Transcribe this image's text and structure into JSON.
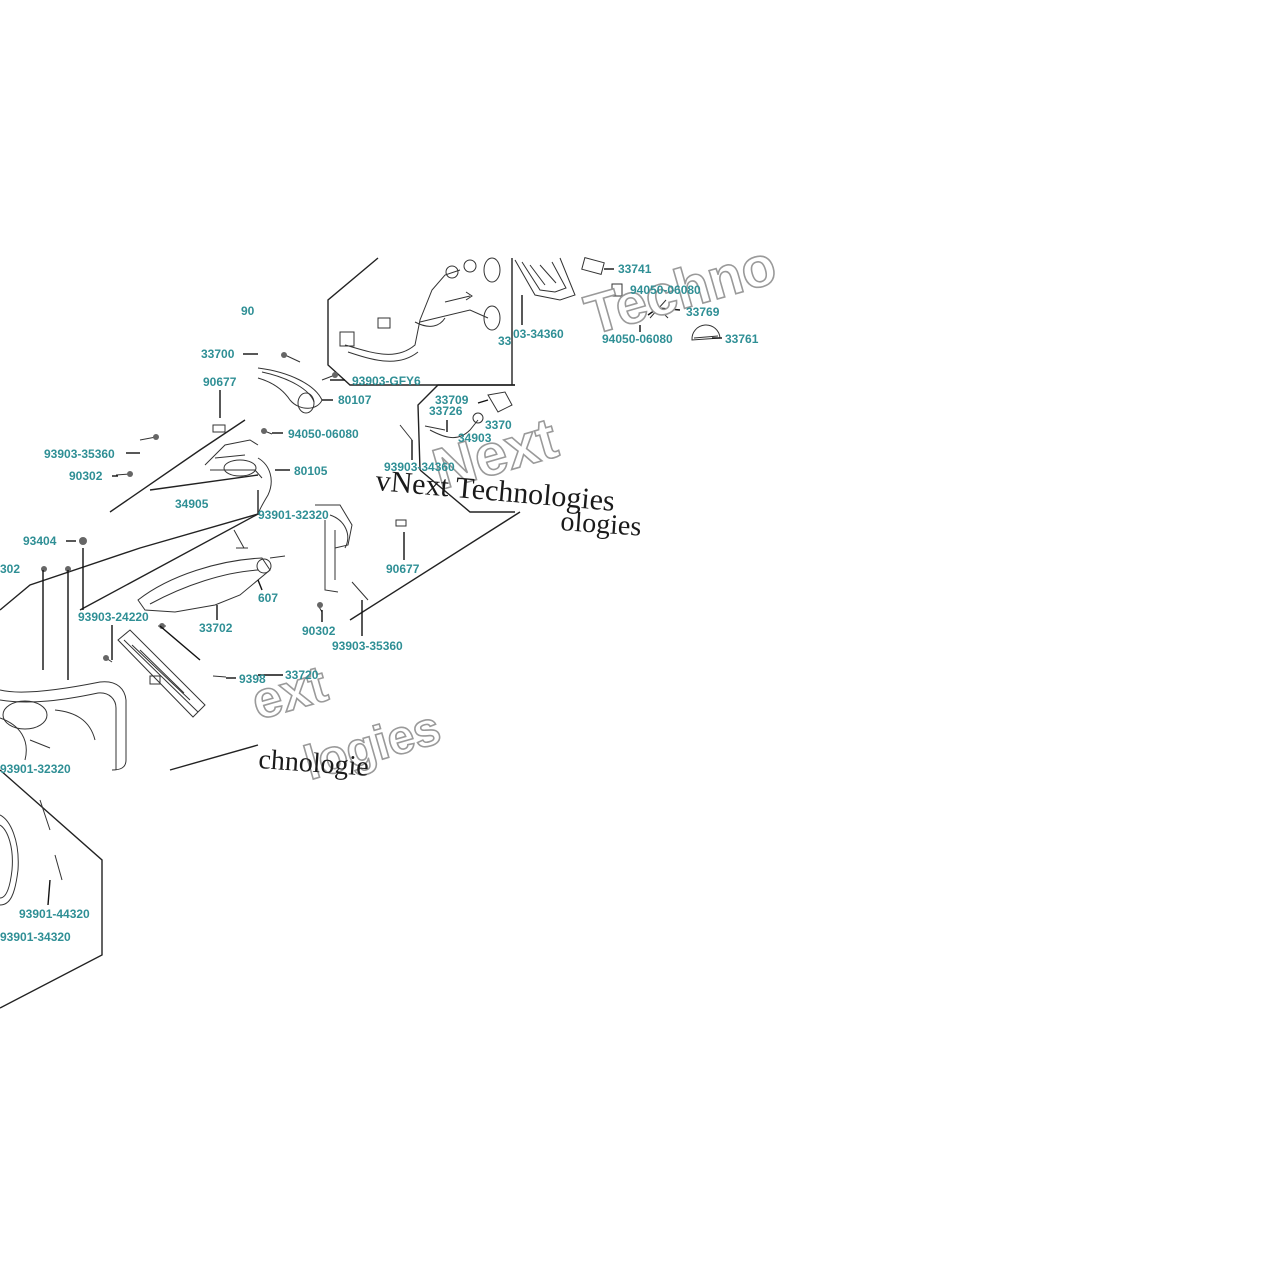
{
  "watermarks": {
    "serif_text": "vNext Technologies",
    "serif_fragment": "ologies",
    "outline_top": "Techno",
    "outline_mid": "Next",
    "outline_ext": "ext",
    "outline_logies": "logies",
    "serif_bottom": "chnologie"
  },
  "labels": {
    "l_90_top": "90",
    "l_33741": "33741",
    "l_94050_06080_a": "94050-06080",
    "l_33769": "33769",
    "l_94050_06080_b": "94050-06080",
    "l_33761": "33761",
    "l_03_34360": "03-34360",
    "l_33_frag": "33",
    "l_33700": "33700",
    "l_93903_gfy6": "93903-GFY6",
    "l_90677_a": "90677",
    "l_80107": "80107",
    "l_94050_06080_c": "94050-06080",
    "l_33709": "33709",
    "l_33726": "33726",
    "l_3370_frag": "3370",
    "l_34903": "34903",
    "l_93903_34360": "93903-34360",
    "l_93903_35360_a": "93903-35360",
    "l_90302_a": "90302",
    "l_80105": "80105",
    "l_34905": "34905",
    "l_93901_32320_a": "93901-32320",
    "l_93404": "93404",
    "l_302_frag": "302",
    "l_93903_24220": "93903-24220",
    "l_607_frag": "607",
    "l_33702": "33702",
    "l_90677_b": "90677",
    "l_90302_b": "90302",
    "l_93903_35360_b": "93903-35360",
    "l_9398_frag": "9398",
    "l_33720": "33720",
    "l_93901_32320_b": "93901-32320",
    "l_93901_44320": "93901-44320",
    "l_93901_34320": "93901-34320"
  }
}
